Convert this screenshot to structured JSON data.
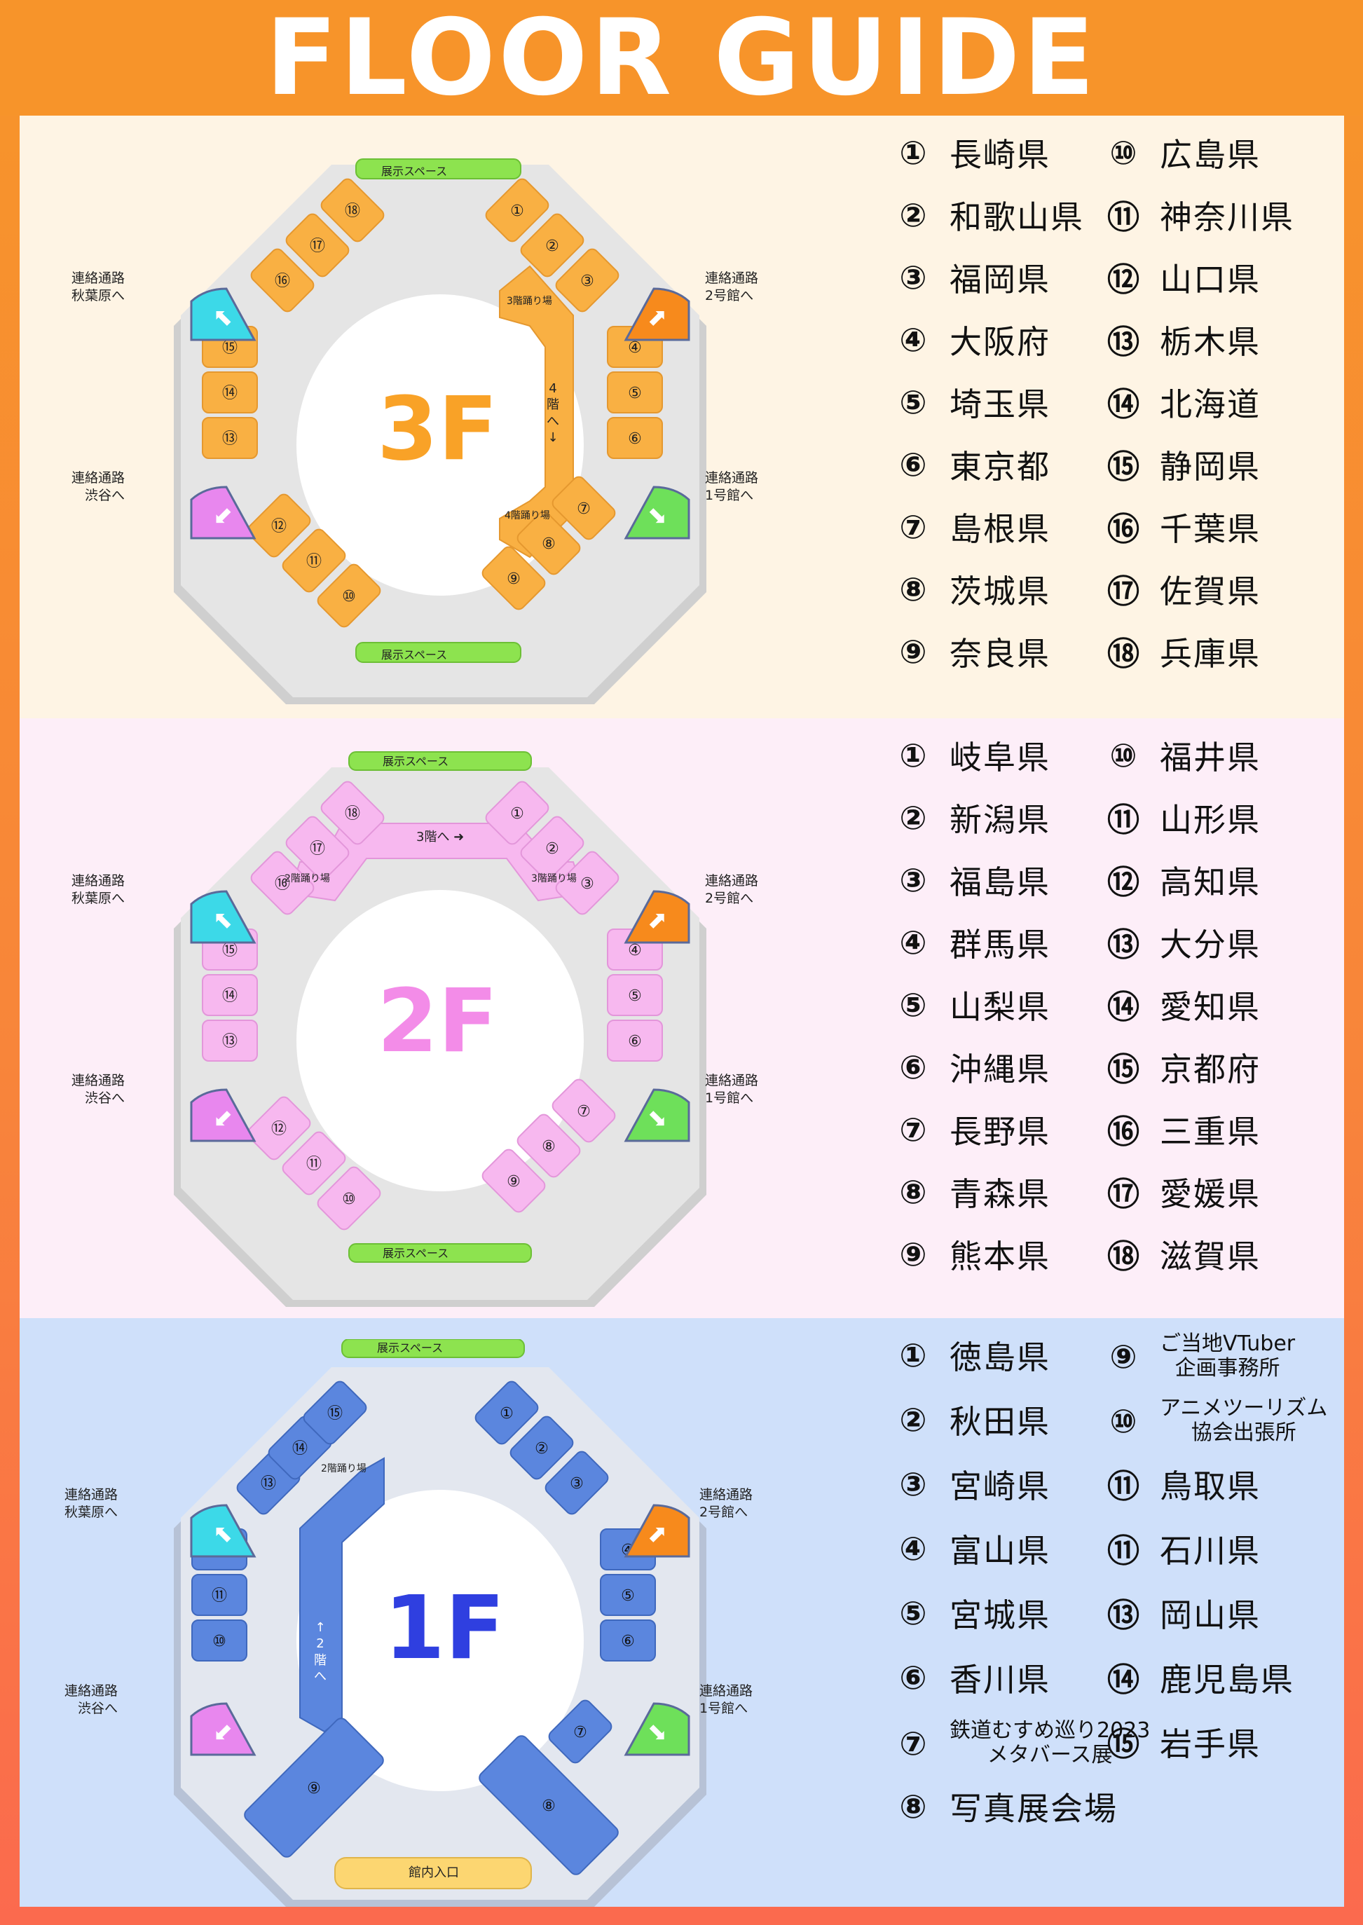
{
  "title": "FLOOR GUIDE",
  "colors": {
    "header": "#f7942a",
    "floor3_bg": "#fef4e4",
    "floor2_bg": "#fdeef8",
    "floor1_bg": "#cfe0fa",
    "floor3_booth": "#f9b043",
    "floor2_booth": "#f7b8ef",
    "floor1_booth": "#5b86de",
    "exhibit_green": "#8de34f",
    "entrance_yellow": "#fcd671",
    "link_cyan": "#3cd9e8",
    "link_magenta": "#e887ee",
    "link_orange": "#f78a1c",
    "link_green": "#6ee05a"
  },
  "common": {
    "exhibit_space": "展示スペース",
    "link_akihabara": "連絡通路\n秋葉原へ",
    "link_shibuya": "連絡通路\n渋谷へ",
    "link_bldg2": "連絡通路\n2号館へ",
    "link_bldg1": "連絡通路\n1号館へ"
  },
  "floors": {
    "f3": {
      "label": "3F",
      "ramp_top": "3階踊り場",
      "ramp_bottom": "4階踊り場",
      "ramp_sign": "4\n階\nへ\n↓",
      "booths": [
        "①",
        "②",
        "③",
        "④",
        "⑤",
        "⑥",
        "⑦",
        "⑧",
        "⑨",
        "⑩",
        "⑪",
        "⑫",
        "⑬",
        "⑭",
        "⑮",
        "⑯",
        "⑰",
        "⑱"
      ],
      "legend": [
        {
          "num": "①",
          "name": "長崎県"
        },
        {
          "num": "②",
          "name": "和歌山県"
        },
        {
          "num": "③",
          "name": "福岡県"
        },
        {
          "num": "④",
          "name": "大阪府"
        },
        {
          "num": "⑤",
          "name": "埼玉県"
        },
        {
          "num": "⑥",
          "name": "東京都"
        },
        {
          "num": "⑦",
          "name": "島根県"
        },
        {
          "num": "⑧",
          "name": "茨城県"
        },
        {
          "num": "⑨",
          "name": "奈良県"
        },
        {
          "num": "⑩",
          "name": "広島県"
        },
        {
          "num": "⑪",
          "name": "神奈川県"
        },
        {
          "num": "⑫",
          "name": "山口県"
        },
        {
          "num": "⑬",
          "name": "栃木県"
        },
        {
          "num": "⑭",
          "name": "北海道"
        },
        {
          "num": "⑮",
          "name": "静岡県"
        },
        {
          "num": "⑯",
          "name": "千葉県"
        },
        {
          "num": "⑰",
          "name": "佐賀県"
        },
        {
          "num": "⑱",
          "name": "兵庫県"
        }
      ]
    },
    "f2": {
      "label": "2F",
      "ramp_sign": "3階へ ➜",
      "landing_left": "2階踊り場",
      "landing_right": "3階踊り場",
      "booths": [
        "①",
        "②",
        "③",
        "④",
        "⑤",
        "⑥",
        "⑦",
        "⑧",
        "⑨",
        "⑩",
        "⑪",
        "⑫",
        "⑬",
        "⑭",
        "⑮",
        "⑯",
        "⑰",
        "⑱"
      ],
      "legend": [
        {
          "num": "①",
          "name": "岐阜県"
        },
        {
          "num": "②",
          "name": "新潟県"
        },
        {
          "num": "③",
          "name": "福島県"
        },
        {
          "num": "④",
          "name": "群馬県"
        },
        {
          "num": "⑤",
          "name": "山梨県"
        },
        {
          "num": "⑥",
          "name": "沖縄県"
        },
        {
          "num": "⑦",
          "name": "長野県"
        },
        {
          "num": "⑧",
          "name": "青森県"
        },
        {
          "num": "⑨",
          "name": "熊本県"
        },
        {
          "num": "⑩",
          "name": "福井県"
        },
        {
          "num": "⑪",
          "name": "山形県"
        },
        {
          "num": "⑫",
          "name": "高知県"
        },
        {
          "num": "⑬",
          "name": "大分県"
        },
        {
          "num": "⑭",
          "name": "愛知県"
        },
        {
          "num": "⑮",
          "name": "京都府"
        },
        {
          "num": "⑯",
          "name": "三重県"
        },
        {
          "num": "⑰",
          "name": "愛媛県"
        },
        {
          "num": "⑱",
          "name": "滋賀県"
        }
      ]
    },
    "f1": {
      "label": "1F",
      "entrance": "館内入口",
      "ramp_top": "2階踊り場",
      "ramp_sign": "↑\n2\n階\nへ",
      "booths": [
        "①",
        "②",
        "③",
        "④",
        "⑤",
        "⑥",
        "⑦",
        "⑧",
        "⑨",
        "⑩",
        "⑪",
        "⑫",
        "⑬",
        "⑭",
        "⑮"
      ],
      "legend": [
        {
          "num": "①",
          "name": "徳島県"
        },
        {
          "num": "②",
          "name": "秋田県"
        },
        {
          "num": "③",
          "name": "宮崎県"
        },
        {
          "num": "④",
          "name": "富山県"
        },
        {
          "num": "⑤",
          "name": "宮城県"
        },
        {
          "num": "⑥",
          "name": "香川県"
        },
        {
          "num": "⑦",
          "name": "鉄道むすめ巡り2023\nメタバース展"
        },
        {
          "num": "⑧",
          "name": "写真展会場"
        },
        {
          "num": "⑨",
          "name": "ご当地VTuber\n企画事務所"
        },
        {
          "num": "⑩",
          "name": "アニメツーリズム\n協会出張所"
        },
        {
          "num": "⑪",
          "name": "鳥取県"
        },
        {
          "num": "⑪",
          "name": "石川県"
        },
        {
          "num": "⑬",
          "name": "岡山県"
        },
        {
          "num": "⑭",
          "name": "鹿児島県"
        },
        {
          "num": "⑮",
          "name": "岩手県"
        }
      ]
    }
  }
}
